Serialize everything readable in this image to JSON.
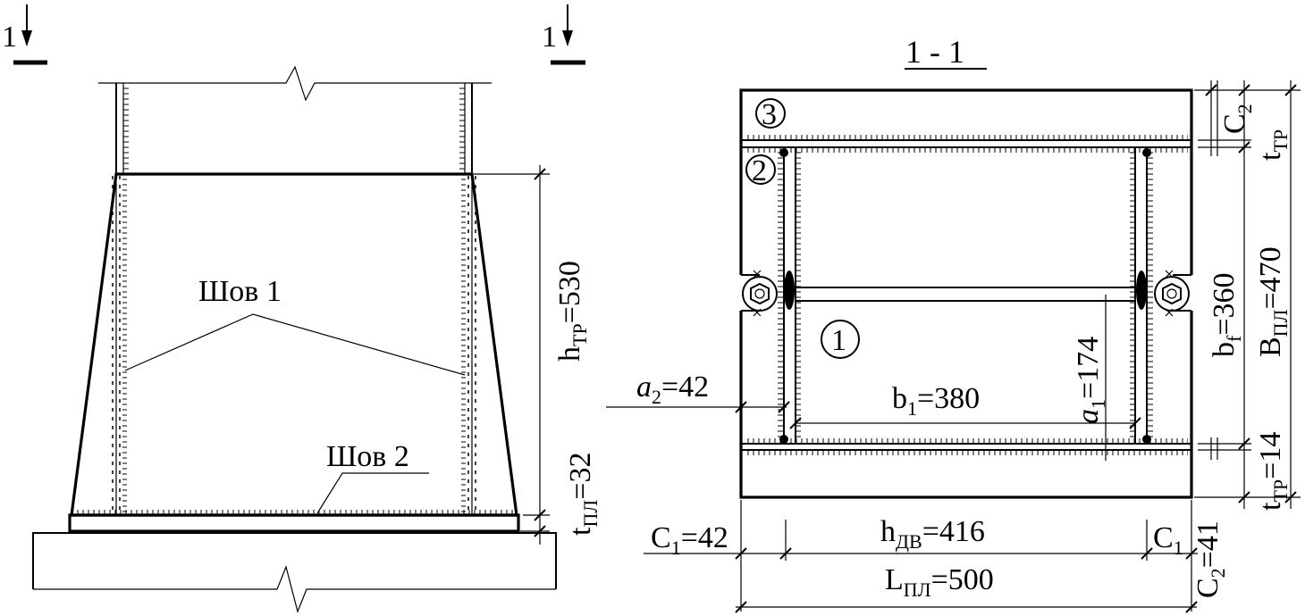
{
  "section_marker": {
    "number": "1"
  },
  "section_title": "1 - 1",
  "left_view": {
    "weld_1_label": "Шов 1",
    "weld_2_label": "Шов 2",
    "dim_h_tr": {
      "main": "h",
      "sub": "ТР",
      "value": "=530"
    },
    "dim_t_pl": {
      "main": "t",
      "sub": "ПЛ",
      "value": "=32"
    }
  },
  "right_view": {
    "parts": [
      "1",
      "2",
      "3"
    ],
    "dim_c2_top": {
      "main": "C",
      "sub": "2"
    },
    "dim_t_tr_top": {
      "main": "t",
      "sub": "ТР"
    },
    "dim_b_pl": {
      "main": "B",
      "sub": "ПЛ",
      "value": "=470"
    },
    "dim_b_f": {
      "main": "b",
      "sub": "f",
      "value": "=360"
    },
    "dim_t_tr_bottom": {
      "main": "t",
      "sub": "ТР",
      "value": "=14"
    },
    "dim_a1": {
      "main": "a",
      "sub": "1",
      "value": "=174"
    },
    "dim_a2": {
      "main": "a",
      "sub": "2",
      "value": "=42"
    },
    "dim_b1": {
      "main": "b",
      "sub": "1",
      "value": "=380"
    },
    "dim_c1_left": {
      "main": "C",
      "sub": "1",
      "value": "=42"
    },
    "dim_c1_right": {
      "main": "C",
      "sub": "1"
    },
    "dim_h_dv": {
      "main": "h",
      "sub": "ДВ",
      "value": "=416"
    },
    "dim_l_pl": {
      "main": "L",
      "sub": "ПЛ",
      "value": "=500"
    },
    "dim_c2_bottom": {
      "main": "C",
      "sub": "2",
      "value": "=41"
    }
  }
}
